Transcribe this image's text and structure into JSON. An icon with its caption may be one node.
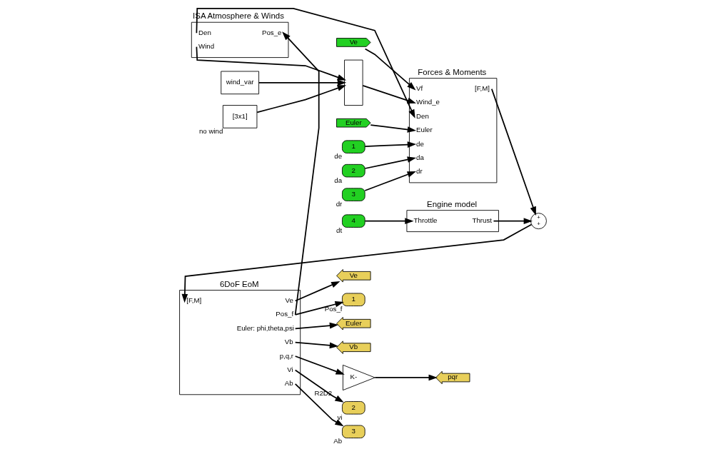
{
  "diagram": {
    "nodes": [
      {
        "text": [
          "ISA Atmosphere & Winds",
          "Den",
          "Wind",
          "Pos_e"
        ]
      },
      {
        "text": [],
        "shape": "box"
      },
      {
        "text": [
          "wind_var"
        ]
      },
      {
        "text": [
          "[3x1]"
        ],
        "beside": [
          "no wind"
        ]
      },
      {
        "text": [
          "Forces & Moments",
          "Vf",
          "Wind_e",
          "Den",
          "Euler",
          "de",
          "da",
          "dr",
          "[F,M]"
        ]
      },
      {
        "text": [
          "Ve"
        ]
      },
      {
        "text": [
          "Euler"
        ]
      },
      {
        "text": [
          "1"
        ],
        "beside": [
          "de"
        ]
      },
      {
        "text": [
          "2"
        ],
        "beside": [
          "da"
        ]
      },
      {
        "text": [
          "3"
        ],
        "beside": [
          "dr"
        ]
      },
      {
        "text": [
          "4"
        ],
        "beside": [
          "dt"
        ]
      },
      {
        "text": [
          "Engine model",
          "Throttle",
          "Thrust"
        ]
      },
      {
        "text": [
          "+",
          "+"
        ]
      },
      {
        "text": [
          "6DoF EoM",
          "[F,M]",
          "Ve",
          "Pos_f",
          "Euler: phi,theta,psi",
          "Vb",
          "p,q,r",
          "Vi",
          "Ab"
        ]
      },
      {
        "text": [
          "Ve"
        ]
      },
      {
        "text": [
          "1"
        ],
        "beside": [
          "Pos_f"
        ]
      },
      {
        "text": [
          "Euler"
        ]
      },
      {
        "text": [
          "Vb"
        ]
      },
      {
        "text": [
          "K-"
        ],
        "beside": [
          "R2D2"
        ]
      },
      {
        "text": [
          "pqr"
        ]
      },
      {
        "text": [
          "2"
        ],
        "beside": [
          "vi"
        ]
      },
      {
        "text": [
          "3"
        ],
        "beside": [
          "Ab"
        ]
      }
    ],
    "edges": [
      {
        "from": 0,
        "to": 4,
        "arrow": "to"
      },
      {
        "from": 0,
        "to": 1,
        "arrow": "to"
      },
      {
        "from": 2,
        "to": 1,
        "arrow": "to"
      },
      {
        "from": 3,
        "to": 1,
        "arrow": "to"
      },
      {
        "from": 1,
        "to": 4,
        "arrow": "to"
      },
      {
        "from": 5,
        "to": 4,
        "arrow": "to"
      },
      {
        "from": 6,
        "to": 4,
        "arrow": "to"
      },
      {
        "from": 7,
        "to": 4,
        "arrow": "to"
      },
      {
        "from": 8,
        "to": 4,
        "arrow": "to"
      },
      {
        "from": 9,
        "to": 4,
        "arrow": "to"
      },
      {
        "from": 10,
        "to": 11,
        "arrow": "to"
      },
      {
        "from": 4,
        "to": 12,
        "arrow": "to"
      },
      {
        "from": 11,
        "to": 12,
        "arrow": "to"
      },
      {
        "from": 12,
        "to": 13,
        "arrow": "to"
      },
      {
        "from": 13,
        "to": 14,
        "arrow": "to"
      },
      {
        "from": 13,
        "to": 15,
        "arrow": "to"
      },
      {
        "from": 13,
        "to": 0,
        "arrow": "to"
      },
      {
        "from": 13,
        "to": 16,
        "arrow": "to"
      },
      {
        "from": 13,
        "to": 17,
        "arrow": "to"
      },
      {
        "from": 13,
        "to": 18,
        "arrow": "to"
      },
      {
        "from": 18,
        "to": 19,
        "arrow": "to"
      },
      {
        "from": 13,
        "to": 20,
        "arrow": "to"
      },
      {
        "from": 13,
        "to": 21,
        "arrow": "to"
      }
    ]
  }
}
